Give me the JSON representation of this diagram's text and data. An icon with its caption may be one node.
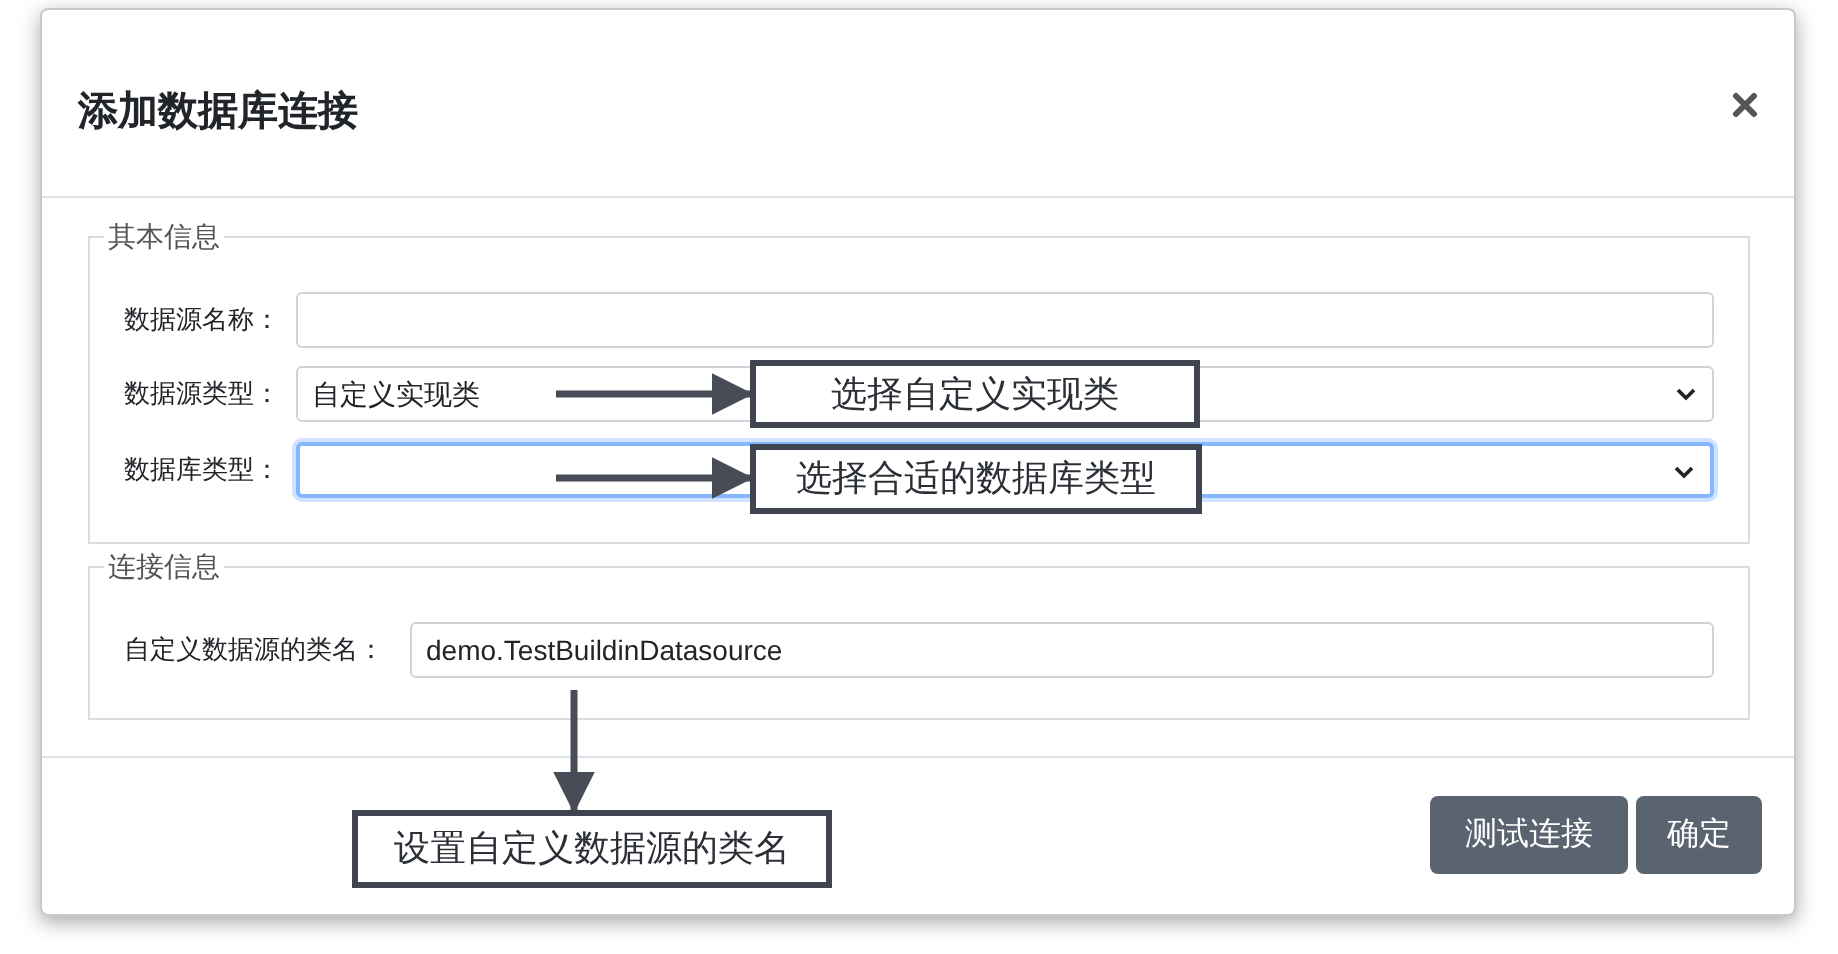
{
  "diagram": {
    "title": "添加数据库连接",
    "nodes": [
      {
        "text": [],
        "shape": "box"
      },
      {
        "text": [
          "自定义实现类"
        ]
      },
      {
        "text": [],
        "shape": "box"
      },
      {
        "text": [
          "demo.TestBuildinDatasource"
        ]
      },
      {
        "text": [
          "选择自定义实现类"
        ]
      },
      {
        "text": [
          "选择合适的数据库类型"
        ]
      },
      {
        "text": [
          "设置自定义数据源的类名"
        ]
      }
    ],
    "edges": [
      {
        "from": 1,
        "to": 4,
        "arrow": "to"
      },
      {
        "from": 2,
        "to": 5,
        "arrow": "to"
      },
      {
        "from": 3,
        "to": 6,
        "arrow": "to"
      }
    ],
    "labels": [
      "其本信息",
      "数据源名称：",
      "数据源类型：",
      "数据库类型：",
      "连接信息",
      "自定义数据源的类名：",
      "测试连接",
      "确定"
    ]
  }
}
